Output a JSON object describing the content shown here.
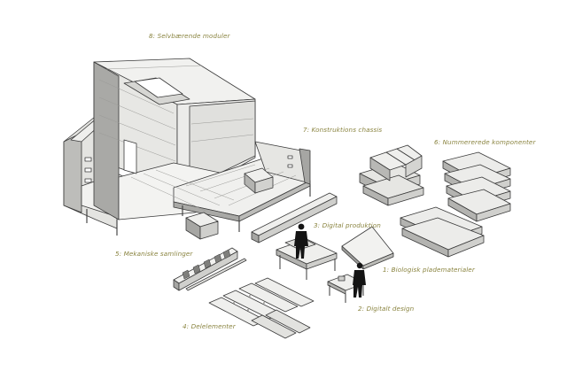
{
  "colors": {
    "label_text": "#8a8440",
    "outline": "#3a3a3a",
    "panel_light": "#f1f1ef",
    "panel_mid": "#d9d9d6",
    "panel_dark": "#a9a9a6",
    "silhouette": "#141414"
  },
  "labels": {
    "modules": "8: Selvbærende moduler",
    "chassis": "7: Konstruktions chassis",
    "components": "6: Nummererede komponenter",
    "production": "3: Digital produktion",
    "joints": "5: Mekaniske samlinger",
    "material": "1: Biologisk pladematerialer",
    "design": "2: Digitalt design",
    "elements": "4: Delelementer"
  }
}
